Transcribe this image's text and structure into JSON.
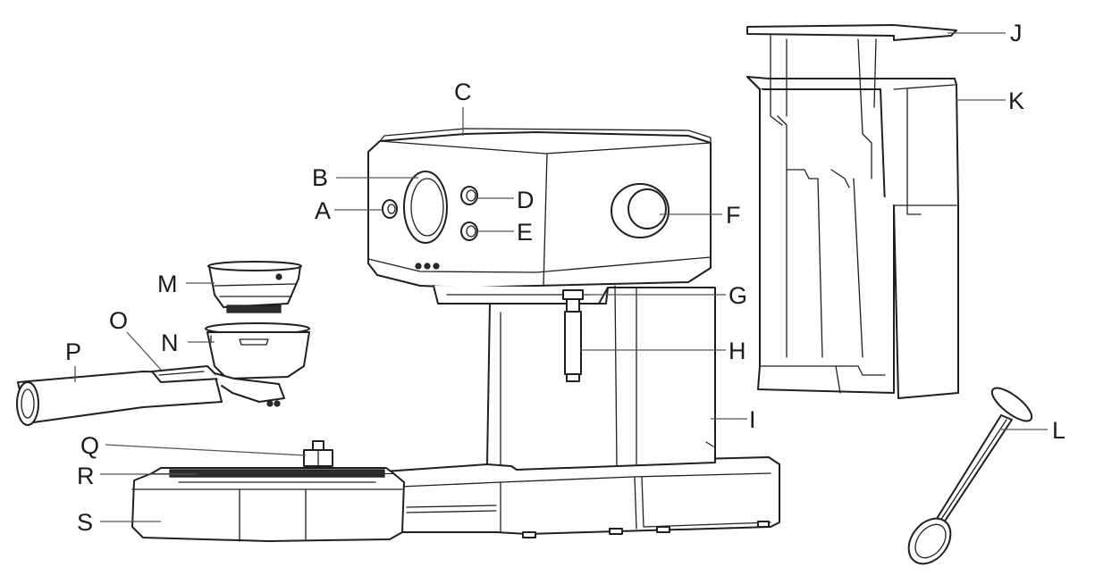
{
  "diagram": {
    "labels": {
      "A": "A",
      "B": "B",
      "C": "C",
      "D": "D",
      "E": "E",
      "F": "F",
      "G": "G",
      "H": "H",
      "I": "I",
      "J": "J",
      "K": "K",
      "L": "L",
      "M": "M",
      "N": "N",
      "O": "O",
      "P": "P",
      "Q": "Q",
      "R": "R",
      "S": "S"
    }
  },
  "colors": {
    "line": "#1f1f1f",
    "leader": "#555555",
    "background": "#ffffff"
  }
}
